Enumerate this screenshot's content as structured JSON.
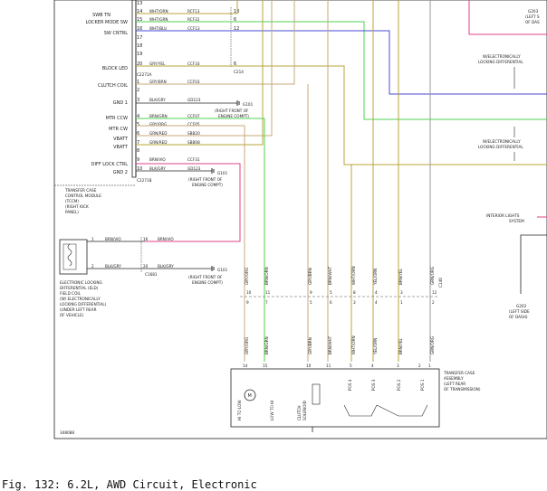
{
  "caption": "Fig. 132: 6.2L, AWD Circuit, Electronic",
  "doc_id": "348088",
  "tccm": {
    "label": [
      "TRANSFER CASE",
      "CONTROL MODULE",
      "(TCCM)",
      "(RIGHT KICK",
      "PANEL)"
    ],
    "connector_a": "C2271A",
    "connector_b": "C2271B",
    "pins": [
      {
        "pin": "13",
        "name": "",
        "wire": "",
        "circuit": ""
      },
      {
        "pin": "14",
        "name": "SWB TN",
        "wire": "WHT/ORN",
        "circuit": "RCF13"
      },
      {
        "pin": "15",
        "name": "LOCKER MODE SW",
        "wire": "WHT/GRN",
        "circuit": "RCF32"
      },
      {
        "pin": "16",
        "name": "SW CNTRL",
        "wire": "WHT/BLU",
        "circuit": "CCF13"
      },
      {
        "pin": "17",
        "name": "",
        "wire": "",
        "circuit": ""
      },
      {
        "pin": "18",
        "name": "",
        "wire": "",
        "circuit": ""
      },
      {
        "pin": "19",
        "name": "",
        "wire": "",
        "circuit": ""
      },
      {
        "pin": "20",
        "name": "BLOCK LED",
        "wire": "GRY/YEL",
        "circuit": "CCF33"
      },
      {
        "pin": "1",
        "name": "CLUTCH COIL",
        "wire": "GRY/BRN",
        "circuit": "CCF03"
      },
      {
        "pin": "2",
        "name": "",
        "wire": "",
        "circuit": ""
      },
      {
        "pin": "3",
        "name": "GND 1",
        "wire": "BLK/GRY",
        "circuit": "GD123"
      },
      {
        "pin": "4",
        "name": "MTR CCW",
        "wire": "BRN/GRN",
        "circuit": "CCF07"
      },
      {
        "pin": "5",
        "name": "MTR CW",
        "wire": "GRY/ORG",
        "circuit": "CCF05"
      },
      {
        "pin": "6",
        "name": "VBATT",
        "wire": "GRN/RED",
        "circuit": "SBB20"
      },
      {
        "pin": "7",
        "name": "VBATT",
        "wire": "GRN/RED",
        "circuit": "SBB08"
      },
      {
        "pin": "8",
        "name": "",
        "wire": "",
        "circuit": ""
      },
      {
        "pin": "9",
        "name": "DIFF LOCK CTRL",
        "wire": "BRN/VIO",
        "circuit": "CCF31"
      },
      {
        "pin": "10",
        "name": "GND 2",
        "wire": "BLK/GRY",
        "circuit": "GD123"
      }
    ]
  },
  "ground_note": [
    "(RIGHT FRONT OF",
    "ENGINE COMPT)"
  ],
  "ground_ref": "G101",
  "c214": "C214",
  "right_labels": {
    "g203": "G203",
    "g203_note": [
      "(LEFT S",
      "OF DAS"
    ],
    "locking_diff_1": [
      "W/ELECTRONICALLY",
      "LOCKING DIFFERENTIAL"
    ],
    "locking_diff_2": [
      "W/ELECTRONICALLY",
      "LOCKING DIFFERENTIAL"
    ],
    "interior_lights": [
      "INTERIOR LIGHTS",
      "SYSTEM"
    ],
    "g202": "G202",
    "g202_note": [
      "(LEFT SIDE",
      "OF DASH)"
    ]
  },
  "field_coil": {
    "label": [
      "ELECTRONIC LOCKING",
      "DIFFERENTIAL (ELD)",
      "FIELD COIL",
      "(W/ ELECTRONICALLY",
      "LOCKING DIFFERENTIAL)",
      "(UNDER LEFT REAR",
      "OF VEHICLE)"
    ],
    "pin1_wire": "BRN/VIO",
    "pin1_num": "1",
    "pin2_wire": "BLK/GRY",
    "pin2_num": "2",
    "mid_pin1": "16",
    "mid_pin2": "20",
    "connector": "C1681"
  },
  "c140": {
    "connector": "C140",
    "upper_pins": [
      "10",
      "11",
      "9",
      "5",
      "8",
      "4",
      "3",
      "12"
    ],
    "wires": [
      "GRY/ORG",
      "BRN/ORN",
      "GRY/BRN",
      "BRN/WHT",
      "WHT/ORN",
      "YEL/ORN",
      "BRN/YEL",
      "GRN/ORG"
    ],
    "lower_pins": [
      "9",
      "7",
      "5",
      "6",
      "3",
      "4",
      "1",
      "2"
    ],
    "wires_lower": [
      "GRY/ORG",
      "BRN/GRN",
      "GRY/BRN",
      "BRN/WHT",
      "WHT/ORN",
      "YEL/ORN",
      "BRN/YEL",
      "GRN/ORG"
    ]
  },
  "transfer_case": {
    "pins": [
      "14",
      "15",
      "10",
      "11",
      "5",
      "4",
      "3",
      "2",
      "1"
    ],
    "label": [
      "TRANSFER CASE",
      "ASSEMBLY",
      "(LEFT REAR",
      "OF TRANSMISSION)"
    ],
    "motor_labels": [
      "HI TO LOW",
      "LOW TO HI"
    ],
    "motor": "M",
    "clutch_label": [
      "CLUTCH",
      "SOLENOID"
    ],
    "pos_labels": [
      "POS 4",
      "POS 3",
      "POS 2",
      "POS 1"
    ]
  },
  "colors": {
    "pink": "#e0408a",
    "blue": "#4a4ad6",
    "green": "#50d050",
    "olive": "#b8a43a",
    "tan": "#c8a878",
    "gray": "#9a9a9a"
  }
}
